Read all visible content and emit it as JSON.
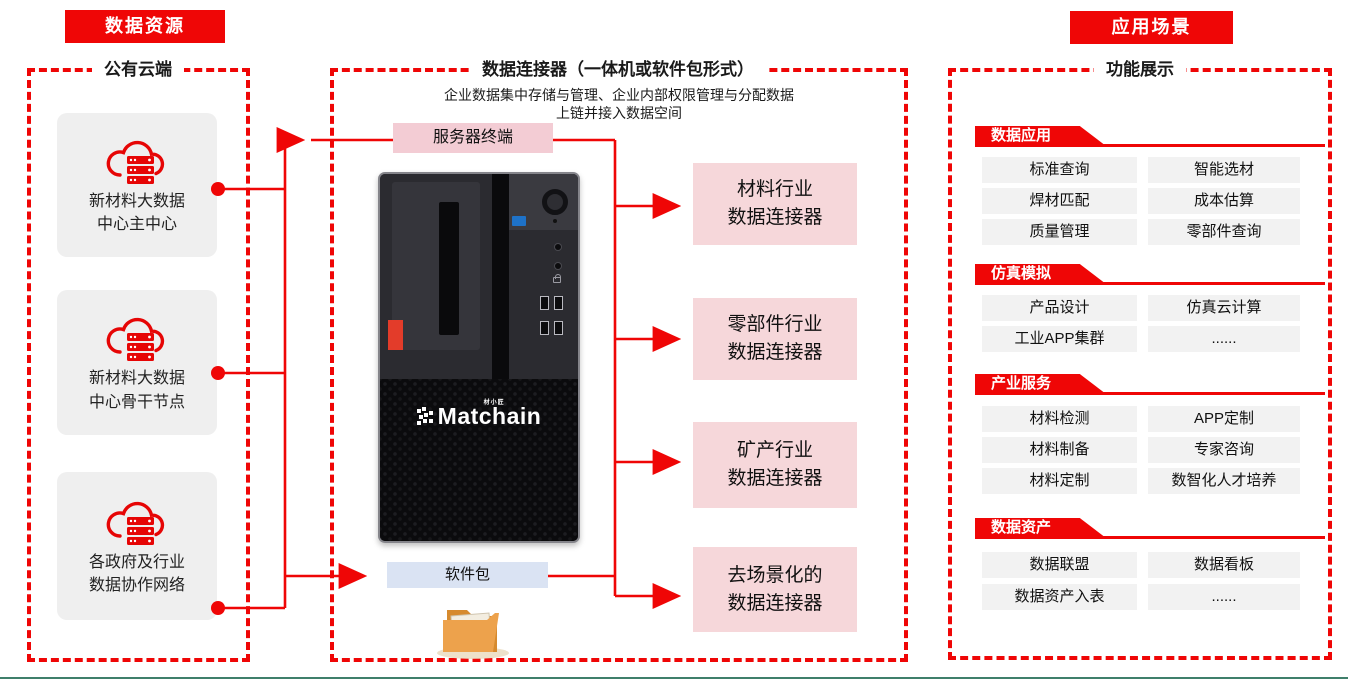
{
  "banners": {
    "left": "数据资源",
    "right": "应用场景"
  },
  "left_panel": {
    "title": "公有云端",
    "cards": [
      {
        "line1": "新材料大数据",
        "line2": "中心主中心"
      },
      {
        "line1": "新材料大数据",
        "line2": "中心骨干节点"
      },
      {
        "line1": "各政府及行业",
        "line2": "数据协作网络"
      }
    ]
  },
  "middle_panel": {
    "title": "数据连接器（一体机或软件包形式）",
    "subtitle_line1": "企业数据集中存储与管理、企业内部权限管理与分配数据",
    "subtitle_line2": "上链并接入数据空间",
    "server_label": "服务器终端",
    "software_label": "软件包",
    "device_logo": "Matchain",
    "device_logo_sub": "材小匠",
    "connectors": [
      {
        "line1": "材料行业",
        "line2": "数据连接器"
      },
      {
        "line1": "零部件行业",
        "line2": "数据连接器"
      },
      {
        "line1": "矿产行业",
        "line2": "数据连接器"
      },
      {
        "line1": "去场景化的",
        "line2": "数据连接器"
      }
    ]
  },
  "right_panel": {
    "title": "功能展示",
    "sections": [
      {
        "header": "数据应用",
        "items": [
          "标准查询",
          "智能选材",
          "焊材匹配",
          "成本估算",
          "质量管理",
          "零部件查询"
        ]
      },
      {
        "header": "仿真模拟",
        "items": [
          "产品设计",
          "仿真云计算",
          "工业APP集群",
          "......"
        ]
      },
      {
        "header": "产业服务",
        "items": [
          "材料检测",
          "APP定制",
          "材料制备",
          "专家咨询",
          "材料定制",
          "数智化人才培养"
        ]
      },
      {
        "header": "数据资产",
        "items": [
          "数据联盟",
          "数据看板",
          "数据资产入表",
          "......"
        ]
      }
    ]
  },
  "colors": {
    "red": "#ef0606",
    "pink_box": "#f6d7da",
    "server_pink": "#f3ccd4",
    "software_blue": "#dae3f3",
    "card_gray": "#efefef",
    "item_gray": "#f2f2f2",
    "bottom_rule_green": "#3f7f6b"
  }
}
